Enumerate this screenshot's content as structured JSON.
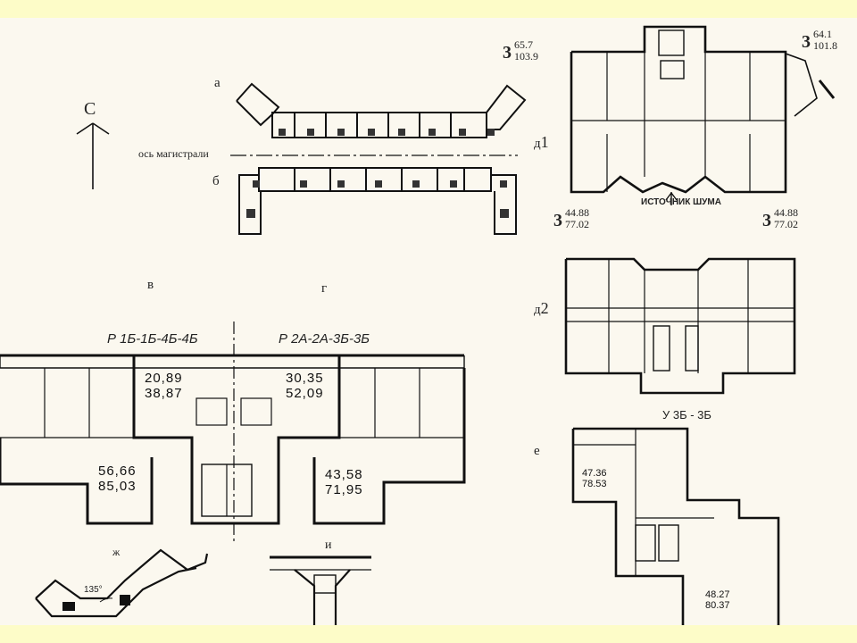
{
  "labels": {
    "north": "С",
    "a": "а",
    "b": "б",
    "v": "в",
    "g": "г",
    "d1": "д",
    "d1_sub": "1",
    "d2": "д",
    "d2_sub": "2",
    "e": "е",
    "zh": "ж",
    "i": "и",
    "axis": "ось магистрали",
    "noise": "ИСТОЧНИК ШУМА",
    "angle": "135°",
    "type_left": "Р 1Б-1Б-4Б-4Б",
    "type_right": "Р 2А-2А-3Б-3Б",
    "type_e": "У 3Б - 3Б"
  },
  "areas": {
    "d1_left": {
      "num": "3",
      "top": "65.7",
      "bottom": "103.9"
    },
    "d1_right": {
      "num": "3",
      "top": "64.1",
      "bottom": "101.8"
    },
    "d2_left": {
      "num": "3",
      "top": "44.88",
      "bottom": "77.02"
    },
    "d2_right": {
      "num": "3",
      "top": "44.88",
      "bottom": "77.02"
    }
  },
  "plan_areas": {
    "v_top": {
      "top": "20,89",
      "bottom": "38,87"
    },
    "v_bottom": {
      "top": "56,66",
      "bottom": "85,03"
    },
    "g_top": {
      "top": "30,35",
      "bottom": "52,09"
    },
    "g_bottom": {
      "top": "43,58",
      "bottom": "71,95"
    },
    "e_top": {
      "top": "47.36",
      "bottom": "78.53"
    },
    "e_bottom": {
      "top": "48.27",
      "bottom": "80.37"
    }
  }
}
